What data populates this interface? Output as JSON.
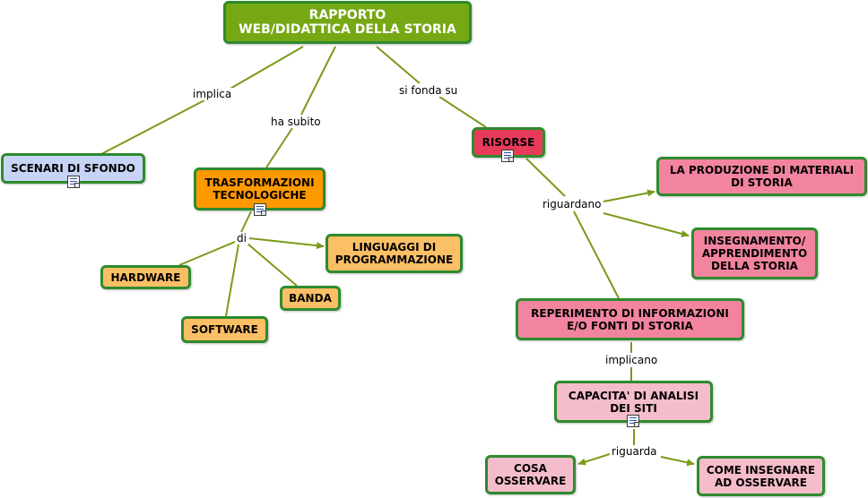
{
  "colors": {
    "link": "#7a9a1a",
    "node_border": "#2e8b2e",
    "root_fill": "#76a814",
    "scenari_fill": "#c8d4f5",
    "trasformazioni_fill": "#ff9900",
    "risorse_fill": "#e83b5b",
    "tech_child_fill": "#fbbf66",
    "risorse_child_fill": "#f284a0",
    "analysis_fill": "#f5bccb"
  },
  "icons": {
    "document": "document-icon"
  },
  "nodes": {
    "root": "RAPPORTO\nWEB/DIDATTICA DELLA STORIA",
    "scenari": "SCENARI DI SFONDO",
    "trasformazioni": "TRASFORMAZIONI\nTECNOLOGICHE",
    "risorse": "RISORSE",
    "linguaggi": "LINGUAGGI DI\nPROGRAMMAZIONE",
    "hardware": "HARDWARE",
    "banda": "BANDA",
    "software": "SOFTWARE",
    "produzione": "LA PRODUZIONE DI MATERIALI\nDI STORIA",
    "insegnamento": "INSEGNAMENTO/\nAPPRENDIMENTO\nDELLA STORIA",
    "reperimento": "REPERIMENTO DI INFORMAZIONI\nE/O FONTI DI STORIA",
    "capacita": "CAPACITA' DI ANALISI\nDEI SITI",
    "cosa": "COSA\nOSSERVARE",
    "come": "COME INSEGNARE\nAD OSSERVARE"
  },
  "links": {
    "implica": "implica",
    "ha_subito": "ha subito",
    "si_fonda_su": "si fonda su",
    "di": "di",
    "riguardano": "riguardano",
    "implicano": "implicano",
    "riguarda": "riguarda"
  }
}
